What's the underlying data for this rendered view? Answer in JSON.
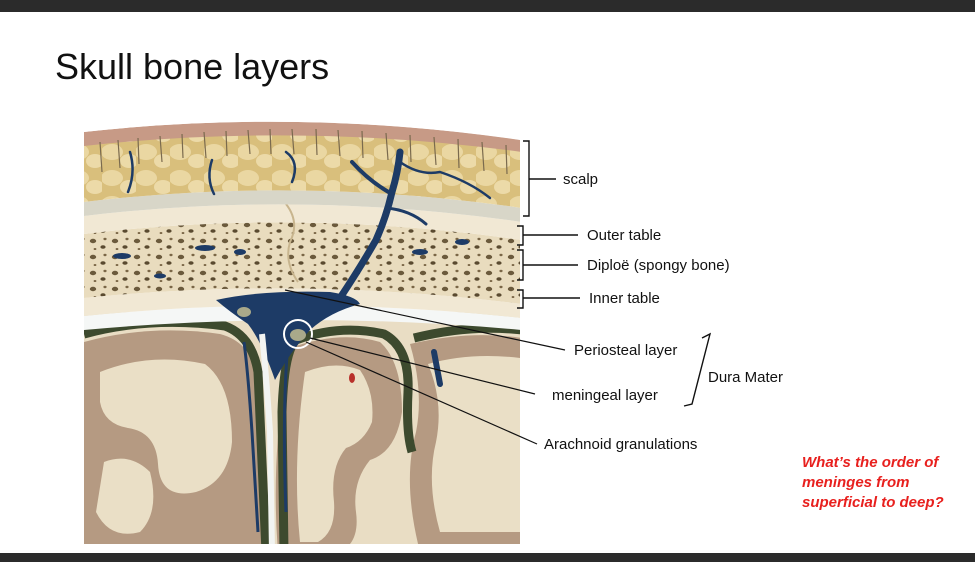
{
  "slide": {
    "title": "Skull bone layers",
    "question": "What’s the order of meninges from superficial to deep?"
  },
  "labels": {
    "scalp": "scalp",
    "outer_table": "Outer table",
    "diploe": "Diploë (spongy bone)",
    "inner_table": "Inner table",
    "periosteal_layer": "Periosteal layer",
    "meningeal_layer": "meningeal layer",
    "dura_mater": "Dura Mater",
    "arachnoid_granulations": "Arachnoid granulations"
  },
  "colors": {
    "question_text": "#e8201e",
    "vessel_blue": "#1d3b66",
    "bone": "#ede0c4",
    "scalp_fat": "#e6cf8f"
  }
}
